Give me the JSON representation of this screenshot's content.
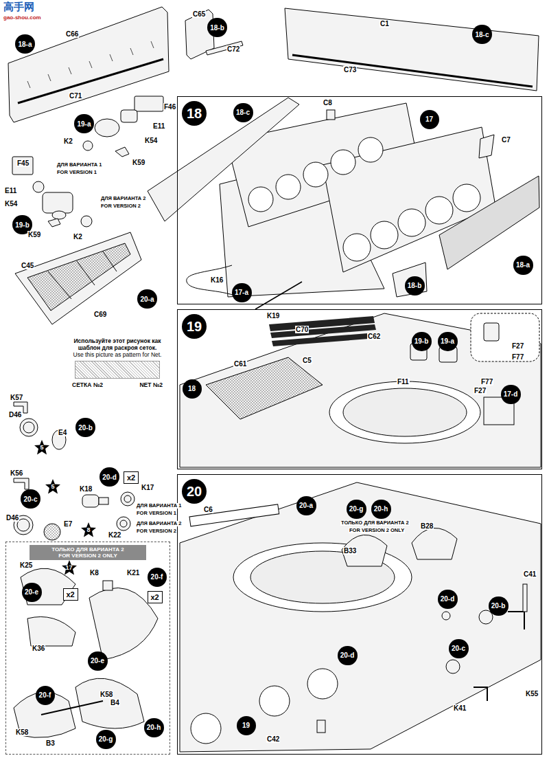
{
  "diagram": {
    "nodes": [
      {
        "text": [
          "18-a"
        ]
      },
      {
        "text": [
          "18-b"
        ]
      },
      {
        "text": [
          "18-c"
        ]
      },
      {
        "text": [
          "19-a"
        ]
      },
      {
        "text": [
          "19-b"
        ]
      },
      {
        "text": [
          "20-a"
        ]
      },
      {
        "text": [
          "Используйте этот рисунок как шаблон для раскроя сеток.",
          "Use this picture as pattern for Net.",
          "СЕТКА №2",
          "NET №2"
        ]
      },
      {
        "text": [
          "20-b"
        ]
      },
      {
        "text": [
          "5"
        ]
      },
      {
        "text": [
          "20-c"
        ]
      },
      {
        "text": [
          "5"
        ]
      },
      {
        "text": [
          "20-d"
        ]
      },
      {
        "text": [
          "x2"
        ]
      },
      {
        "text": [
          "8"
        ]
      },
      {
        "text": [
          "ТОЛЬКО ДЛЯ ВАРИАНТА 2",
          "FOR VERSION 2 ONLY"
        ]
      },
      {
        "text": [
          "17"
        ],
        "in": 14
      },
      {
        "text": [
          "20-e"
        ],
        "in": 14
      },
      {
        "text": [
          "x2"
        ],
        "in": 14
      },
      {
        "text": [
          "20-f"
        ],
        "in": 14
      },
      {
        "text": [
          "x2"
        ],
        "in": 14
      },
      {
        "text": [
          "20-e"
        ],
        "in": 14
      },
      {
        "text": [
          "20-f"
        ],
        "in": 14
      },
      {
        "text": [
          "20-h"
        ],
        "in": 14
      },
      {
        "text": [
          "20-g"
        ],
        "in": 14
      },
      {
        "text": [
          "18"
        ]
      },
      {
        "text": [
          "18-c"
        ],
        "in": 24
      },
      {
        "text": [
          "17"
        ],
        "in": 24
      },
      {
        "text": [
          "18-a"
        ],
        "in": 24
      },
      {
        "text": [
          "18-b"
        ],
        "in": 24
      },
      {
        "text": [
          "17-a"
        ],
        "in": 24
      },
      {
        "text": [
          "19"
        ]
      },
      {
        "text": [
          "19-b"
        ],
        "in": 30
      },
      {
        "text": [
          "19-a"
        ],
        "in": 30
      },
      {
        "text": [
          "18"
        ],
        "in": 30
      },
      {
        "text": [
          "17-d"
        ],
        "in": 30
      },
      {
        "text": [
          "20"
        ]
      },
      {
        "text": [
          "20-a"
        ],
        "in": 35
      },
      {
        "text": [
          "20-g"
        ],
        "in": 35
      },
      {
        "text": [
          "20-h"
        ],
        "in": 35
      },
      {
        "text": [
          "20-d"
        ],
        "in": 35
      },
      {
        "text": [
          "20-b"
        ],
        "in": 35
      },
      {
        "text": [
          "20-c"
        ],
        "in": 35
      },
      {
        "text": [
          "20-d"
        ],
        "in": 35
      },
      {
        "text": [
          "19"
        ],
        "in": 35
      }
    ],
    "labels": [
      "高手网",
      "gao-shou.com",
      "C66",
      "C71",
      "C65",
      "C72",
      "C1",
      "C73",
      "F46",
      "E11",
      "K54",
      "K2",
      "K59",
      "ДЛЯ ВАРИАНТА 1",
      "FOR VERSION 1",
      "ДЛЯ ВАРИАНТА 2",
      "FOR VERSION 2",
      "F45",
      "E11",
      "K54",
      "K59",
      "K2",
      "C45",
      "C69",
      "K57",
      "D46",
      "E4",
      "K56",
      "D46",
      "E7",
      "K18",
      "K17",
      "ДЛЯ ВАРИАНТА 1",
      "FOR VERSION 1",
      "ДЛЯ ВАРИАНТА 2",
      "FOR VERSION 2",
      "K22",
      "K25",
      "K36",
      "K8",
      "K21",
      "K58",
      "B4",
      "K58",
      "B3",
      "C8",
      "C7",
      "K16",
      "K19",
      "C70",
      "C62",
      "C5",
      "C61",
      "F11",
      "F27",
      "F77",
      "F77",
      "F27",
      "C6",
      "ТОЛЬКО ДЛЯ ВАРИАНТА 2",
      "FOR VERSION 2 ONLY",
      "B28",
      "B33",
      "C41",
      "K55",
      "K41",
      "C42"
    ]
  }
}
